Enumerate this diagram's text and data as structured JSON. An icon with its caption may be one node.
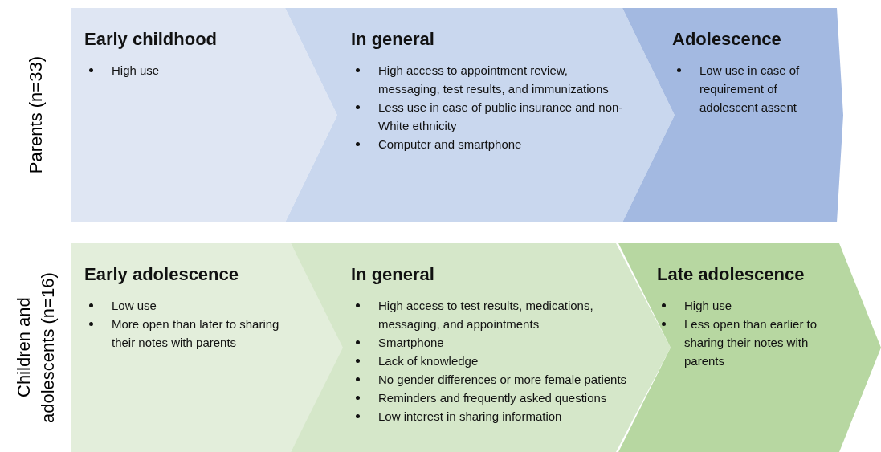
{
  "diagram": {
    "nodes": [
      {
        "text": [
          "Early childhood",
          "High use"
        ]
      },
      {
        "text": [
          "In general",
          "High access to appointment review, messaging, test results, and immunizations",
          "Less use in case of public insurance and non-White ethnicity",
          "Computer and smartphone"
        ]
      },
      {
        "text": [
          "Adolescence",
          "Low use in case of requirement of adolescent assent"
        ]
      },
      {
        "text": [
          "Early adolescence",
          "Low use",
          "More open than later to sharing their notes with parents"
        ]
      },
      {
        "text": [
          "In general",
          "High access to test results, medications, messaging, and appointments",
          "Smartphone",
          "Lack of knowledge",
          "No gender differences or more female patients",
          "Reminders and frequently asked questions",
          "Low interest in sharing information"
        ]
      },
      {
        "text": [
          "Late adolescence",
          "High use",
          "Less open than earlier to sharing their notes with parents"
        ]
      }
    ],
    "labels": [
      "Parents (n=33)",
      "Children and adolescents (n=16)"
    ]
  }
}
